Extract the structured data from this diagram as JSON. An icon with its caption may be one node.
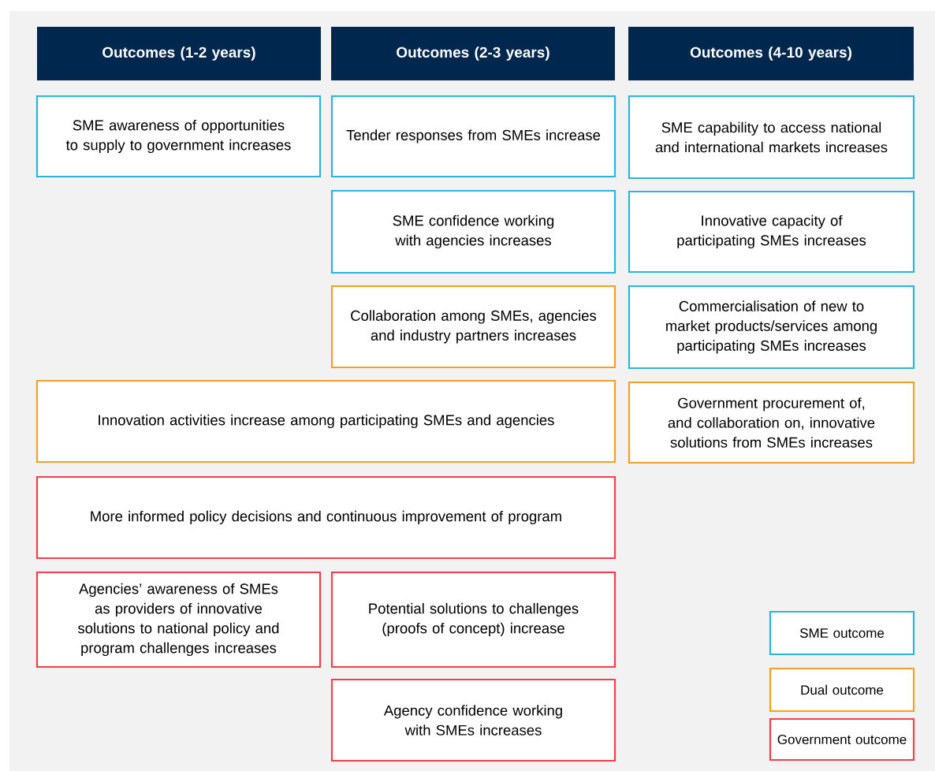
{
  "diagram": {
    "nodes": [
      {
        "text": [
          "Outcomes (1-2 years)"
        ]
      },
      {
        "text": [
          "Outcomes (2-3 years)"
        ]
      },
      {
        "text": [
          "Outcomes (4-10 years)"
        ]
      },
      {
        "text": [
          "SME awareness of opportunities to supply to government increases"
        ]
      },
      {
        "text": [
          "Tender responses from SMEs increase"
        ]
      },
      {
        "text": [
          "SME capability to access national and international markets increases"
        ]
      },
      {
        "text": [
          "SME confidence working with agencies increases"
        ]
      },
      {
        "text": [
          "Innovative capacity of participating SMEs increases"
        ]
      },
      {
        "text": [
          "Collaboration among SMEs, agencies and industry partners increases"
        ]
      },
      {
        "text": [
          "Commercialisation of new to market products/services among participating SMEs increases"
        ]
      },
      {
        "text": [
          "Innovation activities increase among participating SMEs and agencies"
        ]
      },
      {
        "text": [
          "Government procurement of, and collaboration on, innovative solutions from SMEs increases"
        ]
      },
      {
        "text": [
          "More informed policy decisions and continuous improvement of program"
        ]
      },
      {
        "text": [
          "Agencies’ awareness of SMEs as providers of innovative solutions to national policy and program challenges increases"
        ]
      },
      {
        "text": [
          "Potential solutions to challenges (proofs of concept) increase"
        ]
      },
      {
        "text": [
          "Agency confidence working with SMEs increases"
        ]
      }
    ],
    "legend": [
      {
        "text": "SME outcome",
        "color": "#29b5e0"
      },
      {
        "text": "Dual outcome",
        "color": "#f5a025"
      },
      {
        "text": "Government outcome",
        "color": "#f0404a"
      }
    ]
  }
}
